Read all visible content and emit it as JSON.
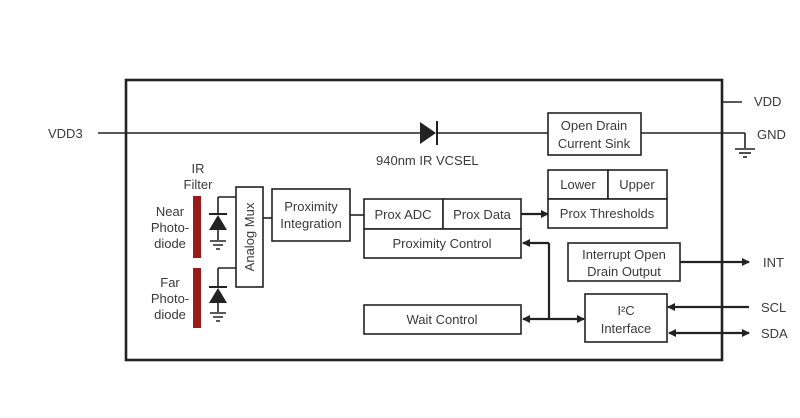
{
  "diagram": {
    "pins": {
      "vdd3": "VDD3",
      "vdd": "VDD",
      "gnd": "GND",
      "int": "INT",
      "scl": "SCL",
      "sda": "SDA"
    },
    "vcsel_label": "940nm IR VCSEL",
    "ir_filter": [
      "IR",
      "Filter"
    ],
    "near_photodiode": [
      "Near",
      "Photo-",
      "diode"
    ],
    "far_photodiode": [
      "Far",
      "Photo-",
      "diode"
    ],
    "blocks": {
      "analog_mux": "Analog Mux",
      "proximity_integration": [
        "Proximity",
        "Integration"
      ],
      "prox_adc": "Prox ADC",
      "prox_data": "Prox Data",
      "proximity_control": "Proximity Control",
      "open_drain_current_sink": [
        "Open Drain",
        "Current Sink"
      ],
      "lower": "Lower",
      "upper": "Upper",
      "prox_thresholds": "Prox Thresholds",
      "interrupt_open_drain_output": [
        "Interrupt Open",
        "Drain Output"
      ],
      "i2c_interface": [
        "I²C",
        "Interface"
      ],
      "wait_control": "Wait Control"
    },
    "colors": {
      "ir_filter": "#9b1b1b",
      "line": "#222222",
      "text": "#3a3a3a"
    }
  }
}
